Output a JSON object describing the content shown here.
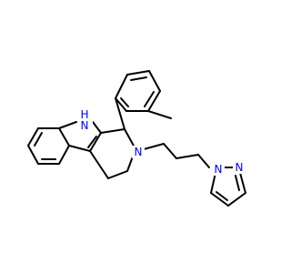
{
  "colors": {
    "bond": "#000000",
    "nitrogen": "#0000ff",
    "background": "#ffffff"
  },
  "atoms": {
    "indole_nh": {
      "text": "N",
      "sub": "H"
    },
    "amine_n": {
      "text": "N"
    },
    "pyrazole_n1": {
      "text": "N"
    },
    "pyrazole_n2": {
      "text": "N"
    }
  }
}
